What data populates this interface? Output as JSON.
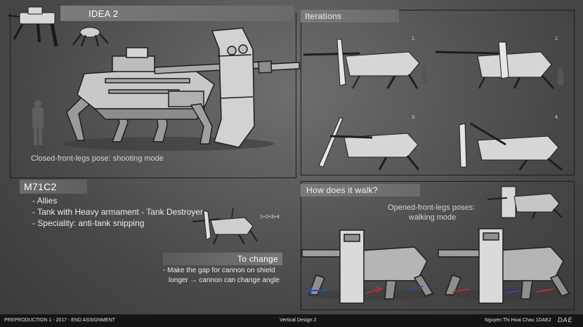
{
  "header": {
    "title": "IDEA 2"
  },
  "main_render": {
    "caption": "Closed-front-legs pose: shooting mode"
  },
  "specs": {
    "name": "M71C2",
    "bullets": [
      "- Allies",
      "- Tank with Heavy armament - Tank Destroyer",
      "- Speciality: anti-tank snipping"
    ]
  },
  "to_change": {
    "heading": "To change",
    "lines": [
      "- Make the gap for cannon on shield",
      "longer → cannon can change angle"
    ]
  },
  "small_sketch": {
    "note": "1+2+3+4"
  },
  "iterations": {
    "heading": "Iterations",
    "numbers": [
      "1.",
      "2.",
      "3.",
      "4."
    ]
  },
  "walk": {
    "heading": "How does it walk?",
    "caption_line1": "Opened-front-legs poses:",
    "caption_line2": "walking mode"
  },
  "footer": {
    "left": "PREPRODUCTION 1 - 2017 - END ASSIGNMENT",
    "center": "Vertical Design 2",
    "right": "Nguyen Thi Hoai Chau 1DAE2",
    "logo": "DAE"
  },
  "colors": {
    "accent_red": "#b23030",
    "accent_blue": "#2f4f9a",
    "band": "#757575",
    "frame": "#1e1e1e"
  }
}
